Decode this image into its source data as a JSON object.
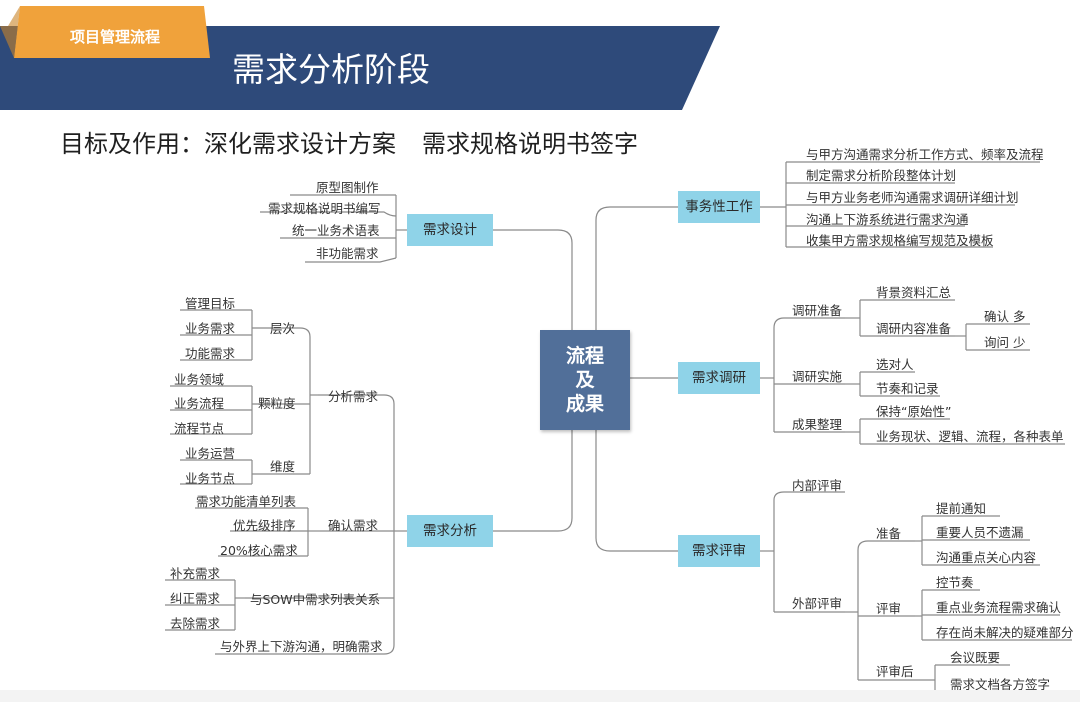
{
  "header": {
    "tag": "项目管理流程",
    "title": "需求分析阶段",
    "colors": {
      "banner": "#2e4a7a",
      "tag": "#f0a23b",
      "node": "#8fd3e8",
      "center": "#516f99"
    }
  },
  "subtitle": [
    "目标及作用：深化需求设计方案",
    "需求规格说明书签字"
  ],
  "center": [
    "流程",
    "及",
    "成果"
  ],
  "left": {
    "design": {
      "label": "需求设计",
      "items": [
        "原型图制作",
        "需求规格说明书编写",
        "统一业务术语表",
        "非功能需求"
      ]
    },
    "analysis": {
      "label": "需求分析",
      "analyze": {
        "label": "分析需求",
        "level": {
          "label": "层次",
          "items": [
            "管理目标",
            "业务需求",
            "功能需求"
          ]
        },
        "granularity": {
          "label": "颗粒度",
          "items": [
            "业务领域",
            "业务流程",
            "流程节点"
          ]
        },
        "dimension": {
          "label": "维度",
          "items": [
            "业务运营",
            "业务节点"
          ]
        }
      },
      "confirm": {
        "label": "确认需求",
        "items": [
          "需求功能清单列表",
          "优先级排序",
          "20%核心需求"
        ]
      },
      "sow": {
        "label": "与SOW中需求列表关系",
        "items": [
          "补充需求",
          "纠正需求",
          "去除需求"
        ]
      },
      "communicate": "与外界上下游沟通，明确需求"
    }
  },
  "right": {
    "affairs": {
      "label": "事务性工作",
      "items": [
        "与甲方沟通需求分析工作方式、频率及流程",
        "制定需求分析阶段整体计划",
        "与甲方业务老师沟通需求调研详细计划",
        "沟通上下游系统进行需求沟通",
        "收集甲方需求规格编写规范及模板"
      ]
    },
    "research": {
      "label": "需求调研",
      "prep": {
        "label": "调研准备",
        "background": "背景资料汇总",
        "content": {
          "label": "调研内容准备",
          "items": [
            "确认 多",
            "询问 少"
          ]
        }
      },
      "exec": {
        "label": "调研实施",
        "items": [
          "选对人",
          "节奏和记录"
        ]
      },
      "sort": {
        "label": "成果整理",
        "items": [
          "保持“原始性”",
          "业务现状、逻辑、流程，各种表单"
        ]
      }
    },
    "review": {
      "label": "需求评审",
      "internal": "内部评审",
      "external": {
        "label": "外部评审",
        "prepare": {
          "label": "准备",
          "items": [
            "提前通知",
            "重要人员不遗漏",
            "沟通重点关心内容"
          ]
        },
        "review": {
          "label": "评审",
          "items": [
            "控节奏",
            "重点业务流程需求确认",
            "存在尚未解决的疑难部分"
          ]
        },
        "after": {
          "label": "评审后",
          "items": [
            "会议既要",
            "需求文档各方签字"
          ]
        }
      }
    }
  }
}
